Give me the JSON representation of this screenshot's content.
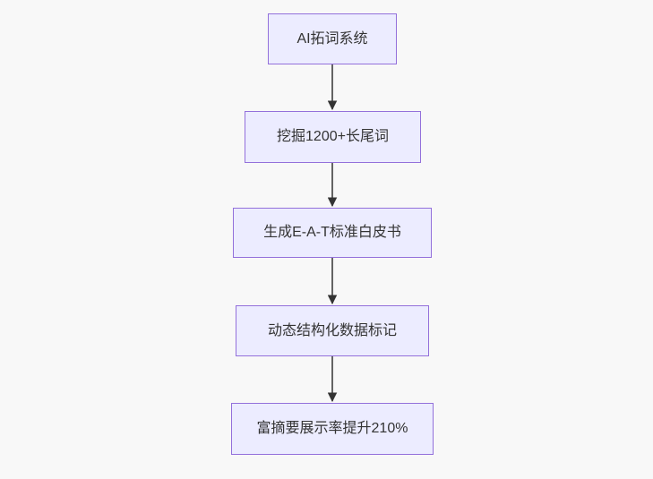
{
  "diagram": {
    "type": "flowchart",
    "direction": "top-down",
    "nodes": [
      {
        "id": "n1",
        "label": "AI拓词系统"
      },
      {
        "id": "n2",
        "label": "挖掘1200+长尾词"
      },
      {
        "id": "n3",
        "label": "生成E-A-T标准白皮书"
      },
      {
        "id": "n4",
        "label": "动态结构化数据标记"
      },
      {
        "id": "n5",
        "label": "富摘要展示率提升210%"
      }
    ],
    "edges": [
      {
        "from": "n1",
        "to": "n2"
      },
      {
        "from": "n2",
        "to": "n3"
      },
      {
        "from": "n3",
        "to": "n4"
      },
      {
        "from": "n4",
        "to": "n5"
      }
    ],
    "colors": {
      "node_fill": "#ECECFF",
      "node_border": "#9370DB",
      "node_text": "#333333",
      "arrow": "#333333",
      "background": "#f8f8f8"
    }
  }
}
